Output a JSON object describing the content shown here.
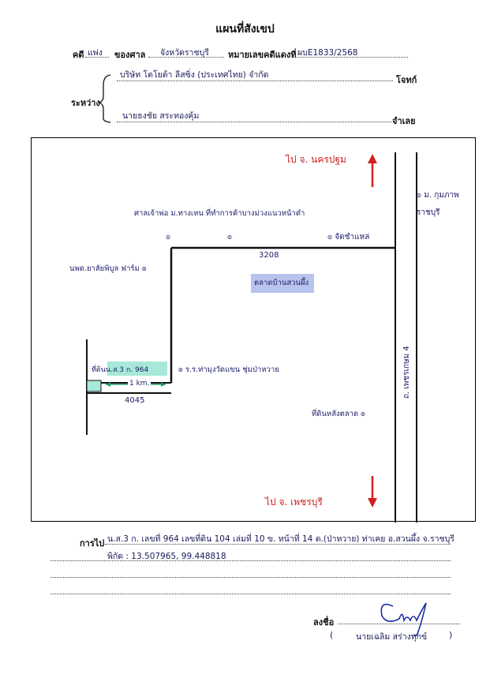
{
  "doc": {
    "title": "แผนที่สังเขป",
    "case_label": "คดี",
    "case_type": "แพ่ง",
    "court_label": "ของศาล",
    "court_name": "จังหวัดราชบุรี",
    "red_no_label": "หมายเลขคดีแดงที่",
    "red_no": "ผบE1833/2568",
    "between_label": "ระหว่าง",
    "plaintiff": "บริษัท โตโยต้า ลีสซิ่ง (ประเทศไทย) จำกัด",
    "plaintiff_role": "โจทก์",
    "defendant": "นายธงชัย สระทองคุ้ม",
    "defendant_role": "จำเลย"
  },
  "map": {
    "north_dest": "ไป จ. นครปฐม",
    "east_label": "๏ ม. กุมภาพ ราชบุรี",
    "north_road_text": "ศาลเจ้าพ่อ ม.ทางเหน ที่ทำการค้าบางม่วงแนวหน้าดำ",
    "market_mark": "๏ จัดชำแหล่",
    "road_no": "3208",
    "road_center_label": "ตลาดบ้านสวนผึ้ง",
    "farm_label": "นพด.ยาลัยพิบูล ฟาร์ม ๏",
    "plot_label": "ที่ดินน.ส.3 ก. 964",
    "right_note": "๏ ร.ร.ท่ามุงวัดแขน ชุ่มป่าหวาย",
    "distance": "1 km.",
    "road_small": "4045",
    "highway_label": "ถ. เพชรเกษม 4",
    "village_label": "ที่ดินหลังตลาด ๏",
    "south_dest": "ไป จ. เพชรบุรี"
  },
  "footer": {
    "route_label": "การไป",
    "route_text": "น.ส.3 ก. เลขที่ 964 เลขที่ดิน 104 เล่มที่ 10 ข. หน้าที่ 14 ต.(ป่าหวาย) ท่าเคย อ.สวนผึ้ง จ.ราชบุรี",
    "coords": "พิกัด : 13.507965, 99.448818",
    "sign_label": "ลงชื่อ",
    "signer": "นายเฉลิม  สร่างทุกข์"
  },
  "colors": {
    "ink": "#1c1c6a",
    "arrow": "#d02020",
    "stamp_blue": "#b8c4ee",
    "stamp_green": "#a8e8d8"
  }
}
